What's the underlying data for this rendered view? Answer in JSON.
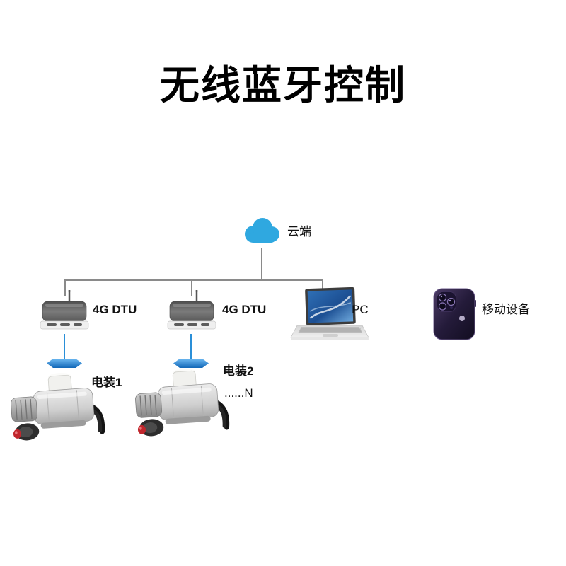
{
  "title": "无线蓝牙控制",
  "cloud": {
    "label": "云端"
  },
  "dtu1": {
    "label": "4G DTU"
  },
  "dtu2": {
    "label": "4G DTU"
  },
  "pc": {
    "label": "PC"
  },
  "mobile": {
    "label": "移动设备"
  },
  "actuator1": {
    "label": "电装1"
  },
  "actuator2": {
    "label": "电装2",
    "more": "......N"
  },
  "colors": {
    "cloud_blue": "#2fa8e0",
    "connector_gray": "#8a8a8a",
    "wireless_link_blue": "#2a8fd8",
    "title_black": "#000000"
  }
}
